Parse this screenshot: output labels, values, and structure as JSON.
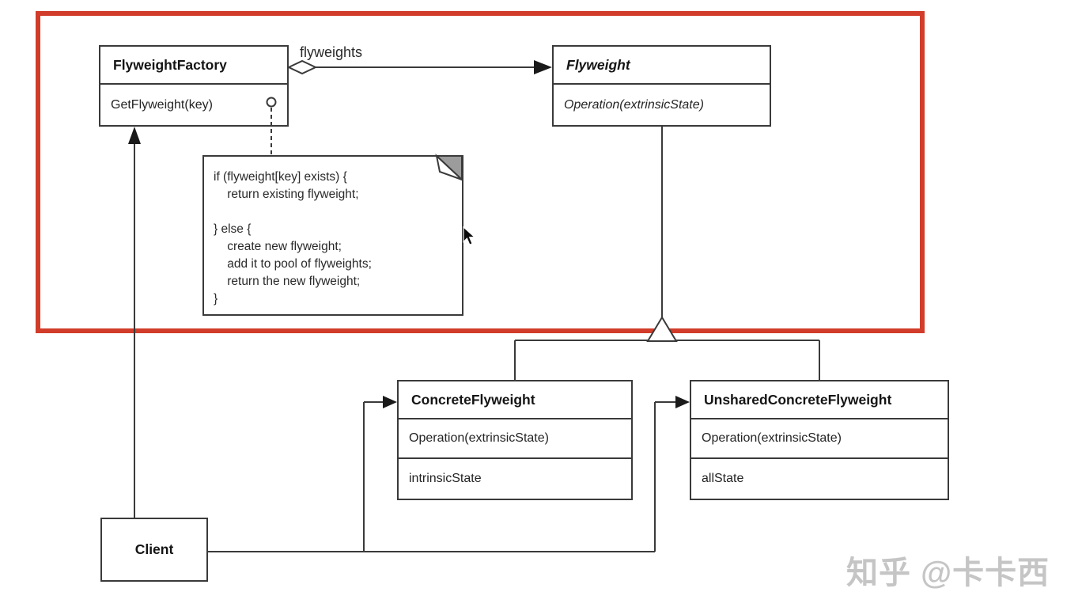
{
  "watermark": "知乎 @卡卡西",
  "highlight": {
    "color": "#d23c2a"
  },
  "labels": {
    "aggregation": "flyweights"
  },
  "classes": {
    "factory": {
      "name": "FlyweightFactory",
      "method": "GetFlyweight(key)"
    },
    "flyweight": {
      "name": "Flyweight",
      "method": "Operation(extrinsicState)"
    },
    "concrete": {
      "name": "ConcreteFlyweight",
      "method": "Operation(extrinsicState)",
      "attribute": "intrinsicState"
    },
    "unshared": {
      "name": "UnsharedConcreteFlyweight",
      "method": "Operation(extrinsicState)",
      "attribute": "allState"
    },
    "client": {
      "name": "Client"
    }
  },
  "note": {
    "lines": [
      "if (flyweight[key] exists) {",
      "    return existing flyweight;",
      "",
      "} else {",
      "    create new flyweight;",
      "    add it to pool of flyweights;",
      "    return the new flyweight;",
      "}"
    ]
  }
}
